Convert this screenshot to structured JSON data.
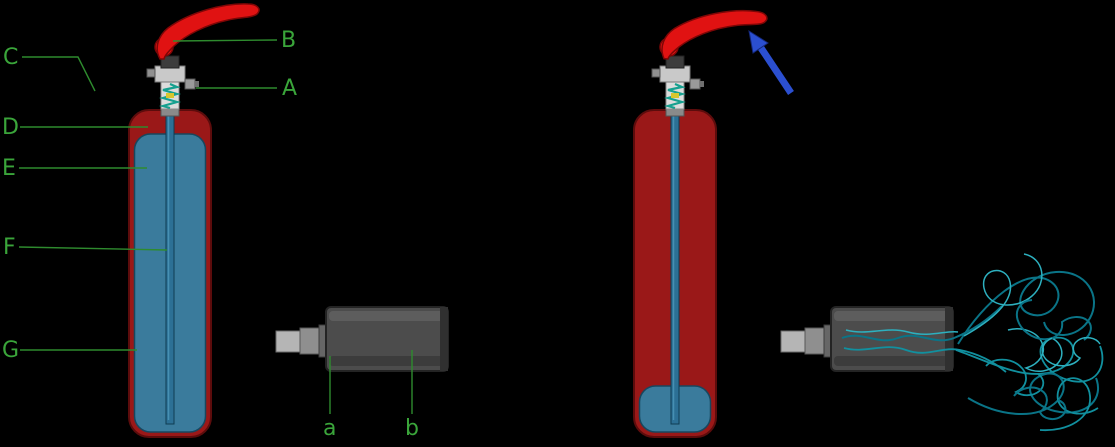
{
  "diagram": {
    "background_color": "#000000",
    "callout_color": "#3aa53a",
    "callouts": {
      "C": "C",
      "B": "B",
      "A": "A",
      "D": "D",
      "E": "E",
      "F": "F",
      "G": "G",
      "a": "a",
      "b": "b"
    },
    "colors": {
      "tank_red": "#9a1818",
      "liquid_blue": "#3a7b9c",
      "siphon_tube_blue": "#2c7095",
      "lever_red": "#e01212",
      "spring_teal": "#16a08f",
      "valve_gray": "#c9c9c9",
      "horn_gray": "#4c4c4c",
      "fitting_gray": "#b5b5b5",
      "press_arrow_blue": "#2b4fd0",
      "spray_teal": "#11909f"
    }
  }
}
